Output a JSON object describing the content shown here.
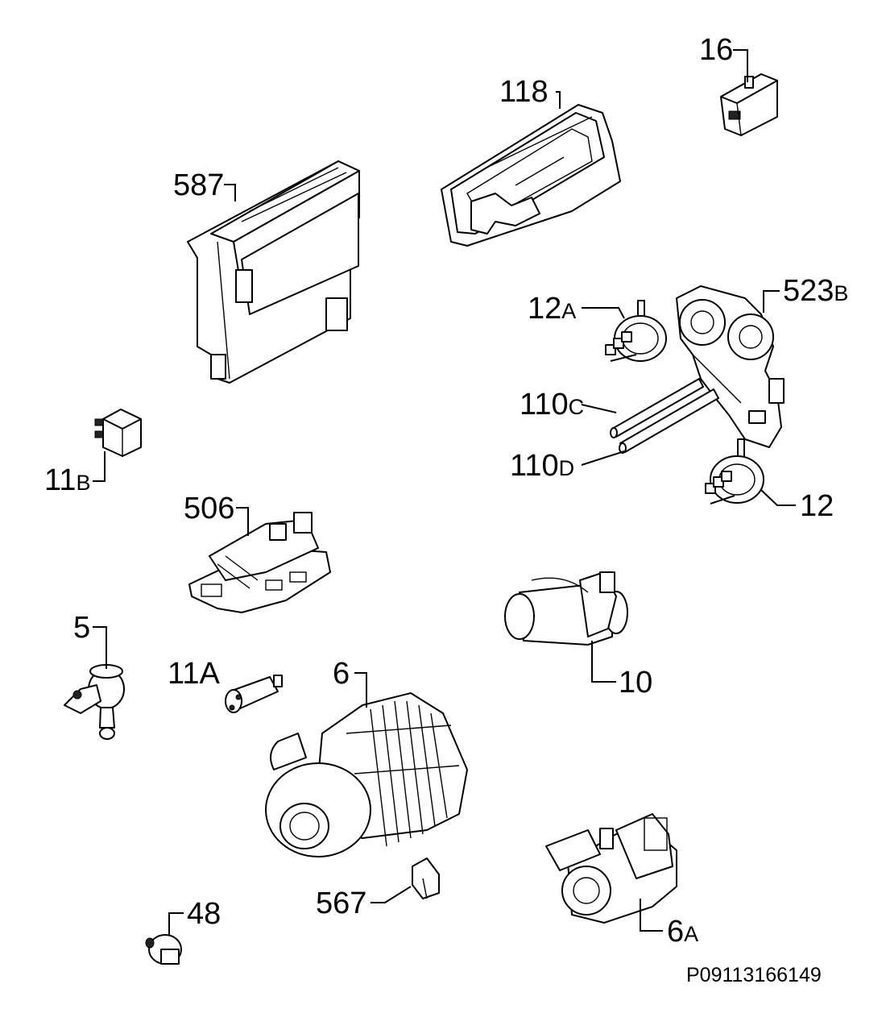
{
  "callouts": {
    "c16": {
      "num": "16",
      "suffix": ""
    },
    "c118": {
      "num": "118",
      "suffix": ""
    },
    "c587": {
      "num": "587",
      "suffix": ""
    },
    "c523b": {
      "num": "523",
      "suffix": "B"
    },
    "c12a": {
      "num": "12",
      "suffix": "A"
    },
    "c110c": {
      "num": "110",
      "suffix": "C"
    },
    "c110d": {
      "num": "110",
      "suffix": "D"
    },
    "c12": {
      "num": "12",
      "suffix": ""
    },
    "c11b": {
      "num": "11",
      "suffix": "B"
    },
    "c506": {
      "num": "506",
      "suffix": ""
    },
    "c5": {
      "num": "5",
      "suffix": ""
    },
    "c11a": {
      "num": "11A",
      "suffix": ""
    },
    "c6": {
      "num": "6",
      "suffix": ""
    },
    "c10": {
      "num": "10",
      "suffix": ""
    },
    "c567": {
      "num": "567",
      "suffix": ""
    },
    "c48": {
      "num": "48",
      "suffix": ""
    },
    "c6a": {
      "num": "6",
      "suffix": "A"
    }
  },
  "figure_code": "P09113166149"
}
